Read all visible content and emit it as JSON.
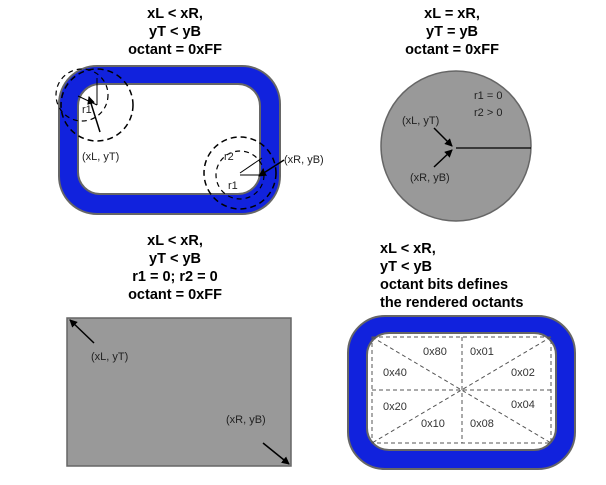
{
  "panels": {
    "top_left": {
      "title_lines": [
        "xL < xR,",
        "yT < yB",
        "octant = 0xFF"
      ],
      "labels": {
        "r1": "r1",
        "r2": "r2",
        "r1_bottom": "r1",
        "top_point": "(xL, yT)",
        "bottom_point": "(xR, yB)"
      }
    },
    "top_right": {
      "title_lines": [
        "xL = xR,",
        "yT = yB",
        "octant = 0xFF"
      ],
      "labels": {
        "r1": "r1 = 0",
        "r2": "r2 > 0",
        "top_point": "(xL, yT)",
        "bottom_point": "(xR, yB)"
      }
    },
    "bottom_left": {
      "title_lines": [
        "xL < xR,",
        "yT < yB",
        "r1 = 0; r2 = 0",
        "octant = 0xFF"
      ],
      "labels": {
        "top_point": "(xL, yT)",
        "bottom_point": "(xR, yB)"
      }
    },
    "bottom_right": {
      "title_lines": [
        "xL < xR,",
        "yT < yB",
        "octant bits defines",
        "the rendered octants"
      ],
      "octants": [
        "0x80",
        "0x01",
        "0x40",
        "0x02",
        "0x20",
        "0x04",
        "0x10",
        "0x08"
      ]
    }
  },
  "colors": {
    "blue_fill": "#1122dd",
    "gray_fill": "#999999",
    "outline": "#666666",
    "label": "#222222"
  }
}
